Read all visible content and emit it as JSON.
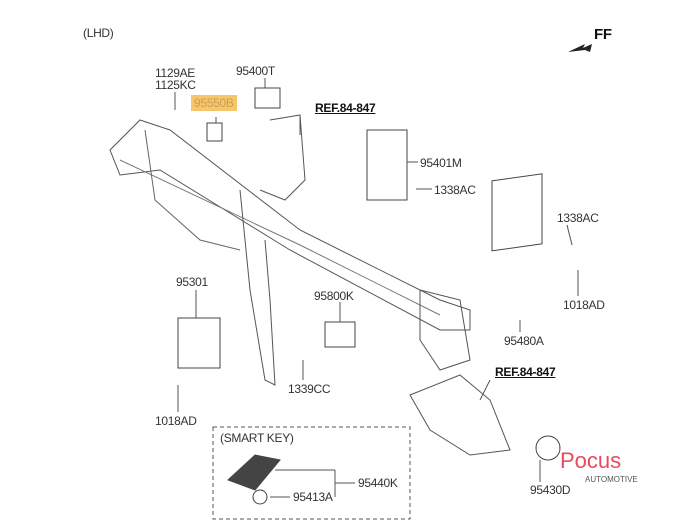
{
  "header": {
    "variant": "(LHD)",
    "front_marker": "FF"
  },
  "references": [
    "REF.84-847",
    "REF.84-847"
  ],
  "parts": {
    "p1129AE": "1129AE",
    "p1125KC": "1125KC",
    "p95400T": "95400T",
    "p95550B": "95550B",
    "p95401M": "95401M",
    "p1338AC_a": "1338AC",
    "p1338AC_b": "1338AC",
    "p1018AD_a": "1018AD",
    "p95480A": "95480A",
    "p95301": "95301",
    "p95800K": "95800K",
    "p1339CC": "1339CC",
    "p1018AD_b": "1018AD",
    "p95430D": "95430D",
    "p95440K": "95440K",
    "p95413A": "95413A"
  },
  "smart_key_group": "(SMART KEY)",
  "highlight_color": "#f7c66a",
  "watermark": {
    "brand": "Pocus",
    "sub": "AUTOMOTIVE",
    "color": "#e84b5e"
  }
}
